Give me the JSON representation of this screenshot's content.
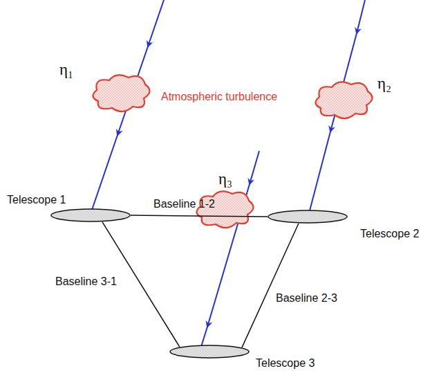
{
  "diagram": {
    "nodes": [
      {
        "text": [
          "Telescope 1"
        ]
      },
      {
        "text": [
          "Telescope 2"
        ]
      },
      {
        "text": [
          "Telescope 3"
        ]
      }
    ],
    "edges": [
      {
        "from": 0,
        "to": 1,
        "arrow": "none",
        "label": "Baseline 1-2"
      },
      {
        "from": 1,
        "to": 2,
        "arrow": "none",
        "label": "Baseline 2-3"
      },
      {
        "from": 2,
        "to": 0,
        "arrow": "none",
        "label": "Baseline 3-1"
      }
    ],
    "labels": [
      "η₁",
      "Atmospheric turbulence",
      "η₂",
      "η₃"
    ]
  }
}
